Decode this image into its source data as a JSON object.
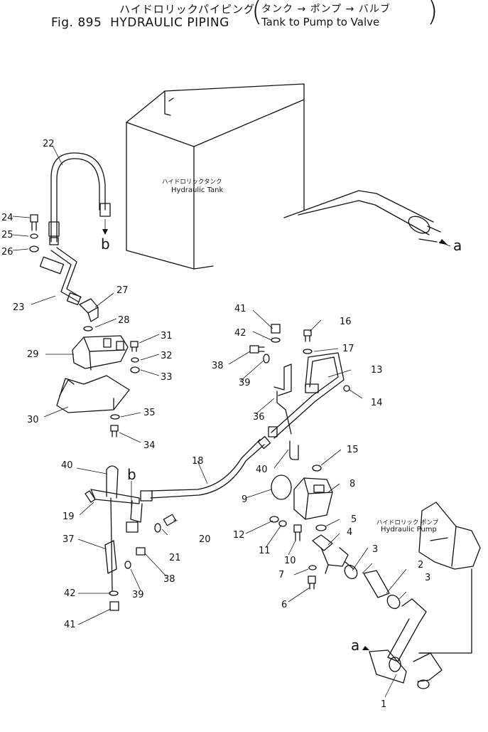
{
  "figure": {
    "title_jp": "ハイドロリックパイピング",
    "fig_number": "Fig. 895",
    "title_en": "HYDRAULIC PIPING",
    "subtitle_jp": "タンク → ポンプ → バルブ",
    "subtitle_en": "Tank to Pump to Valve"
  },
  "components": {
    "tank_jp": "ハイドロリックタンク",
    "tank_en": "Hydraulic Tank",
    "pump_jp": "ハイドロリック ポンプ",
    "pump_en": "Hydraulic Pump"
  },
  "connection_refs": {
    "a": "a",
    "b": "b"
  },
  "callouts": [
    "1",
    "2",
    "3",
    "3",
    "4",
    "5",
    "6",
    "7",
    "8",
    "9",
    "10",
    "11",
    "12",
    "13",
    "14",
    "15",
    "16",
    "17",
    "18",
    "19",
    "20",
    "21",
    "22",
    "23",
    "24",
    "25",
    "26",
    "27",
    "28",
    "29",
    "30",
    "31",
    "32",
    "33",
    "34",
    "35",
    "36",
    "37",
    "38",
    "38",
    "39",
    "39",
    "40",
    "40",
    "41",
    "41",
    "42",
    "42"
  ]
}
